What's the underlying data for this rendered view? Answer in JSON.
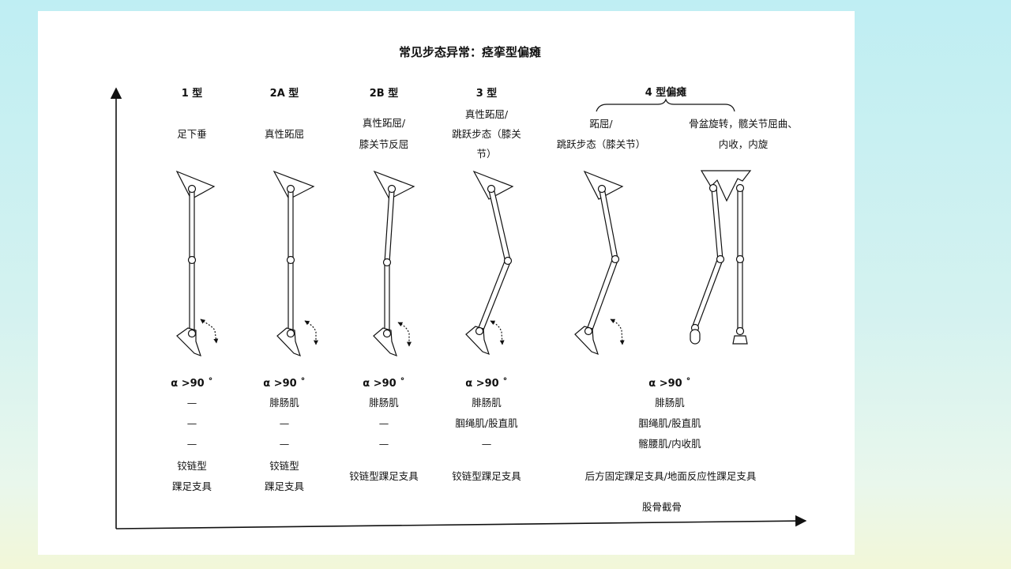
{
  "title": "常见步态异常：痉挛型偏瘫",
  "columns": [
    {
      "type": "1 型",
      "desc": [
        "足下垂"
      ],
      "angle": "α >90 ˚",
      "muscles": [
        "—",
        "—",
        "—"
      ],
      "orthosis": [
        "铰链型",
        "踝足支具"
      ]
    },
    {
      "type": "2A 型",
      "desc": [
        "真性跖屈"
      ],
      "angle": "α >90 ˚",
      "muscles": [
        "腓肠肌",
        "—",
        "—"
      ],
      "orthosis": [
        "铰链型",
        "踝足支具"
      ]
    },
    {
      "type": "2B 型",
      "desc": [
        "真性跖屈/",
        "膝关节反屈"
      ],
      "angle": "α >90 ˚",
      "muscles": [
        "腓肠肌",
        "—",
        "—"
      ],
      "orthosis": [
        "铰链型踝足支具"
      ]
    },
    {
      "type": "3 型",
      "desc": [
        "真性跖屈/",
        "跳跃步态（膝关",
        "节）"
      ],
      "angle": "α >90 ˚",
      "muscles": [
        "腓肠肌",
        "腘绳肌/股直肌",
        "—"
      ],
      "orthosis": [
        "铰链型踝足支具"
      ]
    }
  ],
  "type4": {
    "type": "4 型偏瘫",
    "desc_left": [
      "跖屈/",
      "跳跃步态（膝关节）"
    ],
    "desc_right": [
      "骨盆旋转，髋关节屈曲、",
      "内收，内旋"
    ],
    "angle": "α >90 ˚",
    "muscles": [
      "腓肠肌",
      "腘绳肌/股直肌",
      "髂腰肌/内收肌"
    ],
    "orthosis": "后方固定踝足支具/地面反应性踝足支具",
    "surgery": "股骨截骨"
  }
}
